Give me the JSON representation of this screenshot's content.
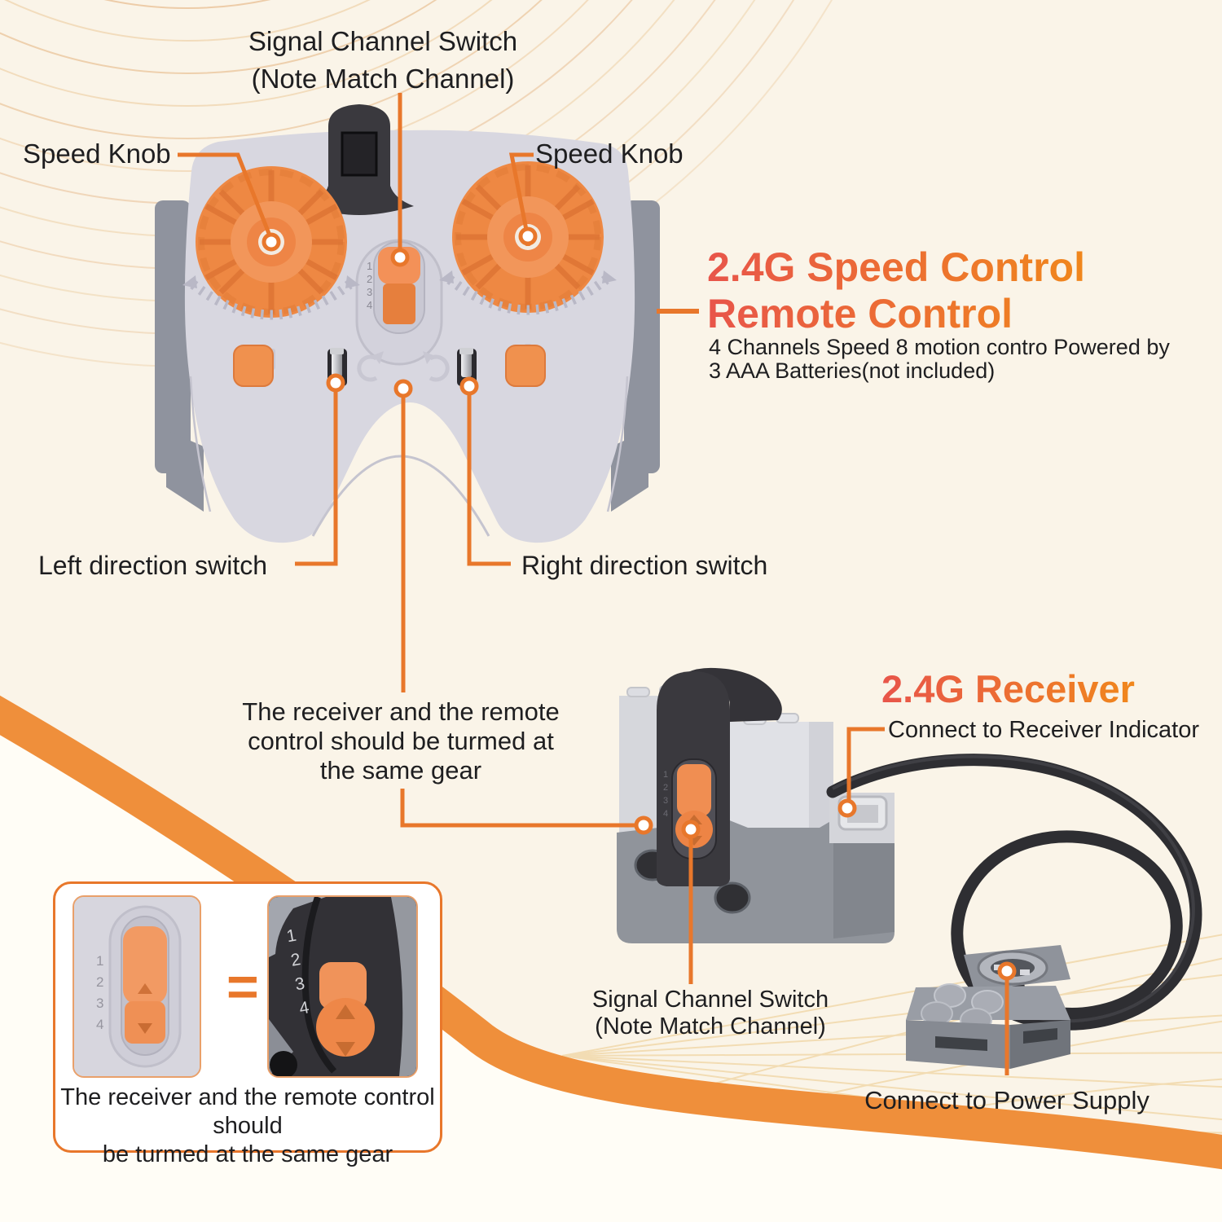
{
  "colors": {
    "background": "#faf4e8",
    "accent_leader": "#e8772b",
    "heading_gradient_start": "#e8554a",
    "heading_gradient_end": "#f0871c",
    "ribbon": "#ef8f3b",
    "knob_orange": "#ee8843",
    "body_gray": "#d8d7e0",
    "dark_plastic": "#3a393e"
  },
  "labels": {
    "signal_channel_switch_top": {
      "line1": "Signal Channel Switch",
      "line2": "(Note Match Channel)"
    },
    "speed_knob_left": "Speed Knob",
    "speed_knob_right": "Speed Knob",
    "left_direction_switch": "Left direction switch",
    "right_direction_switch": "Right direction switch",
    "sync_note_middle": {
      "line1": "The receiver and the remote",
      "line2": "control should be turmed at",
      "line3": "the same gear"
    },
    "signal_channel_switch_bottom": {
      "line1": "Signal Channel Switch",
      "line2": "(Note Match Channel)"
    },
    "connect_receiver_indicator": "Connect to Receiver Indicator",
    "connect_power_supply": "Connect to Power Supply"
  },
  "remote_section": {
    "title_line1": "2.4G Speed Control",
    "title_line2": "Remote Control",
    "desc_line1": "4 Channels Speed 8 motion contro Powered by",
    "desc_line2": "3 AAA Batteries(not included)"
  },
  "receiver_section": {
    "title": "2.4G Receiver"
  },
  "inset": {
    "equals": "=",
    "caption_line1": "The receiver and the remote control should",
    "caption_line2": "be turmed at the same gear"
  },
  "device": {
    "channel_digits": [
      "1",
      "2",
      "3",
      "4"
    ]
  }
}
